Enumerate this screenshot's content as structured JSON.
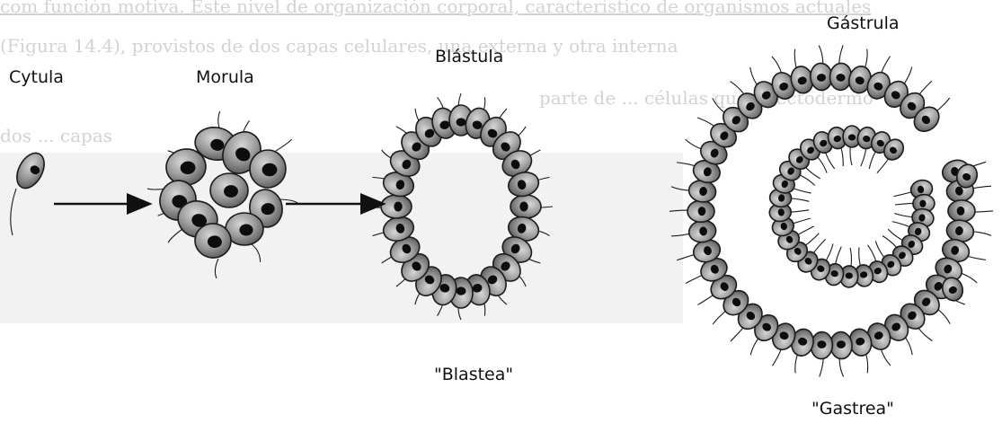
{
  "bleed_through": {
    "line1": "com función motiva. Este nivel de organización corporal, característico de organismos actuales",
    "line2": "(Figura 14.4), provistos de dos capas celulares, una externa y otra interna",
    "line3": "parte de ... células que ... ectodermo",
    "line4": "dos ... capas"
  },
  "labels": {
    "cytula": "Cytula",
    "morula": "Morula",
    "blastula": "Blástula",
    "gastrula": "Gástrula",
    "blastea": "\"Blastea\"",
    "gastrea": "\"Gastrea\""
  },
  "colors": {
    "cell_fill": "#8a8a8a",
    "cell_light": "#c4c4c4",
    "cell_outline": "#1a1a1a",
    "nucleus": "#0d0d0d",
    "arrow": "#111111"
  }
}
